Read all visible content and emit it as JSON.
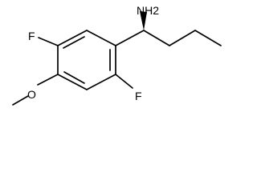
{
  "diagram": {
    "type": "chemical-structure",
    "labels": {
      "amine": "NH2",
      "fluorine_top": "F",
      "fluorine_bottom": "F",
      "oxygen": "O"
    },
    "colors": {
      "bond": "#000000",
      "text": "#000000",
      "background": "#ffffff"
    }
  }
}
